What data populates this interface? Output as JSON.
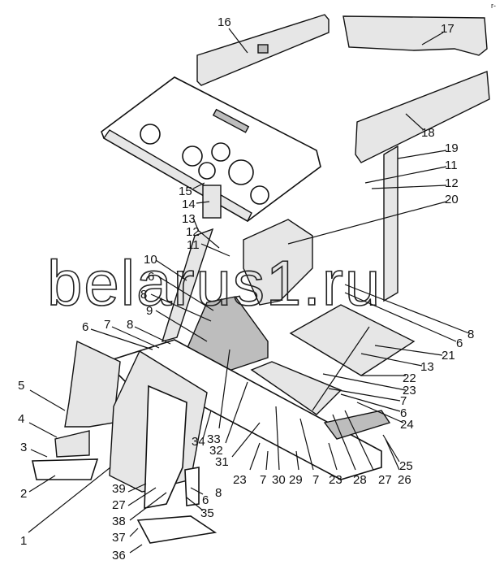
{
  "watermark": "belarus1.ru",
  "corner_mark": "r-",
  "labels": [
    "16",
    "17",
    "18",
    "19",
    "11",
    "12",
    "20",
    "15",
    "14",
    "13",
    "12",
    "11",
    "10",
    "6",
    "8",
    "9",
    "6",
    "7",
    "8",
    "5",
    "4",
    "3",
    "2",
    "1",
    "39",
    "27",
    "38",
    "37",
    "36",
    "6",
    "8",
    "35",
    "34",
    "33",
    "32",
    "31",
    "23",
    "7",
    "30",
    "29",
    "7",
    "23",
    "28",
    "27",
    "26",
    "25",
    "24",
    "6",
    "7",
    "23",
    "22",
    "13",
    "21",
    "6",
    "8"
  ]
}
